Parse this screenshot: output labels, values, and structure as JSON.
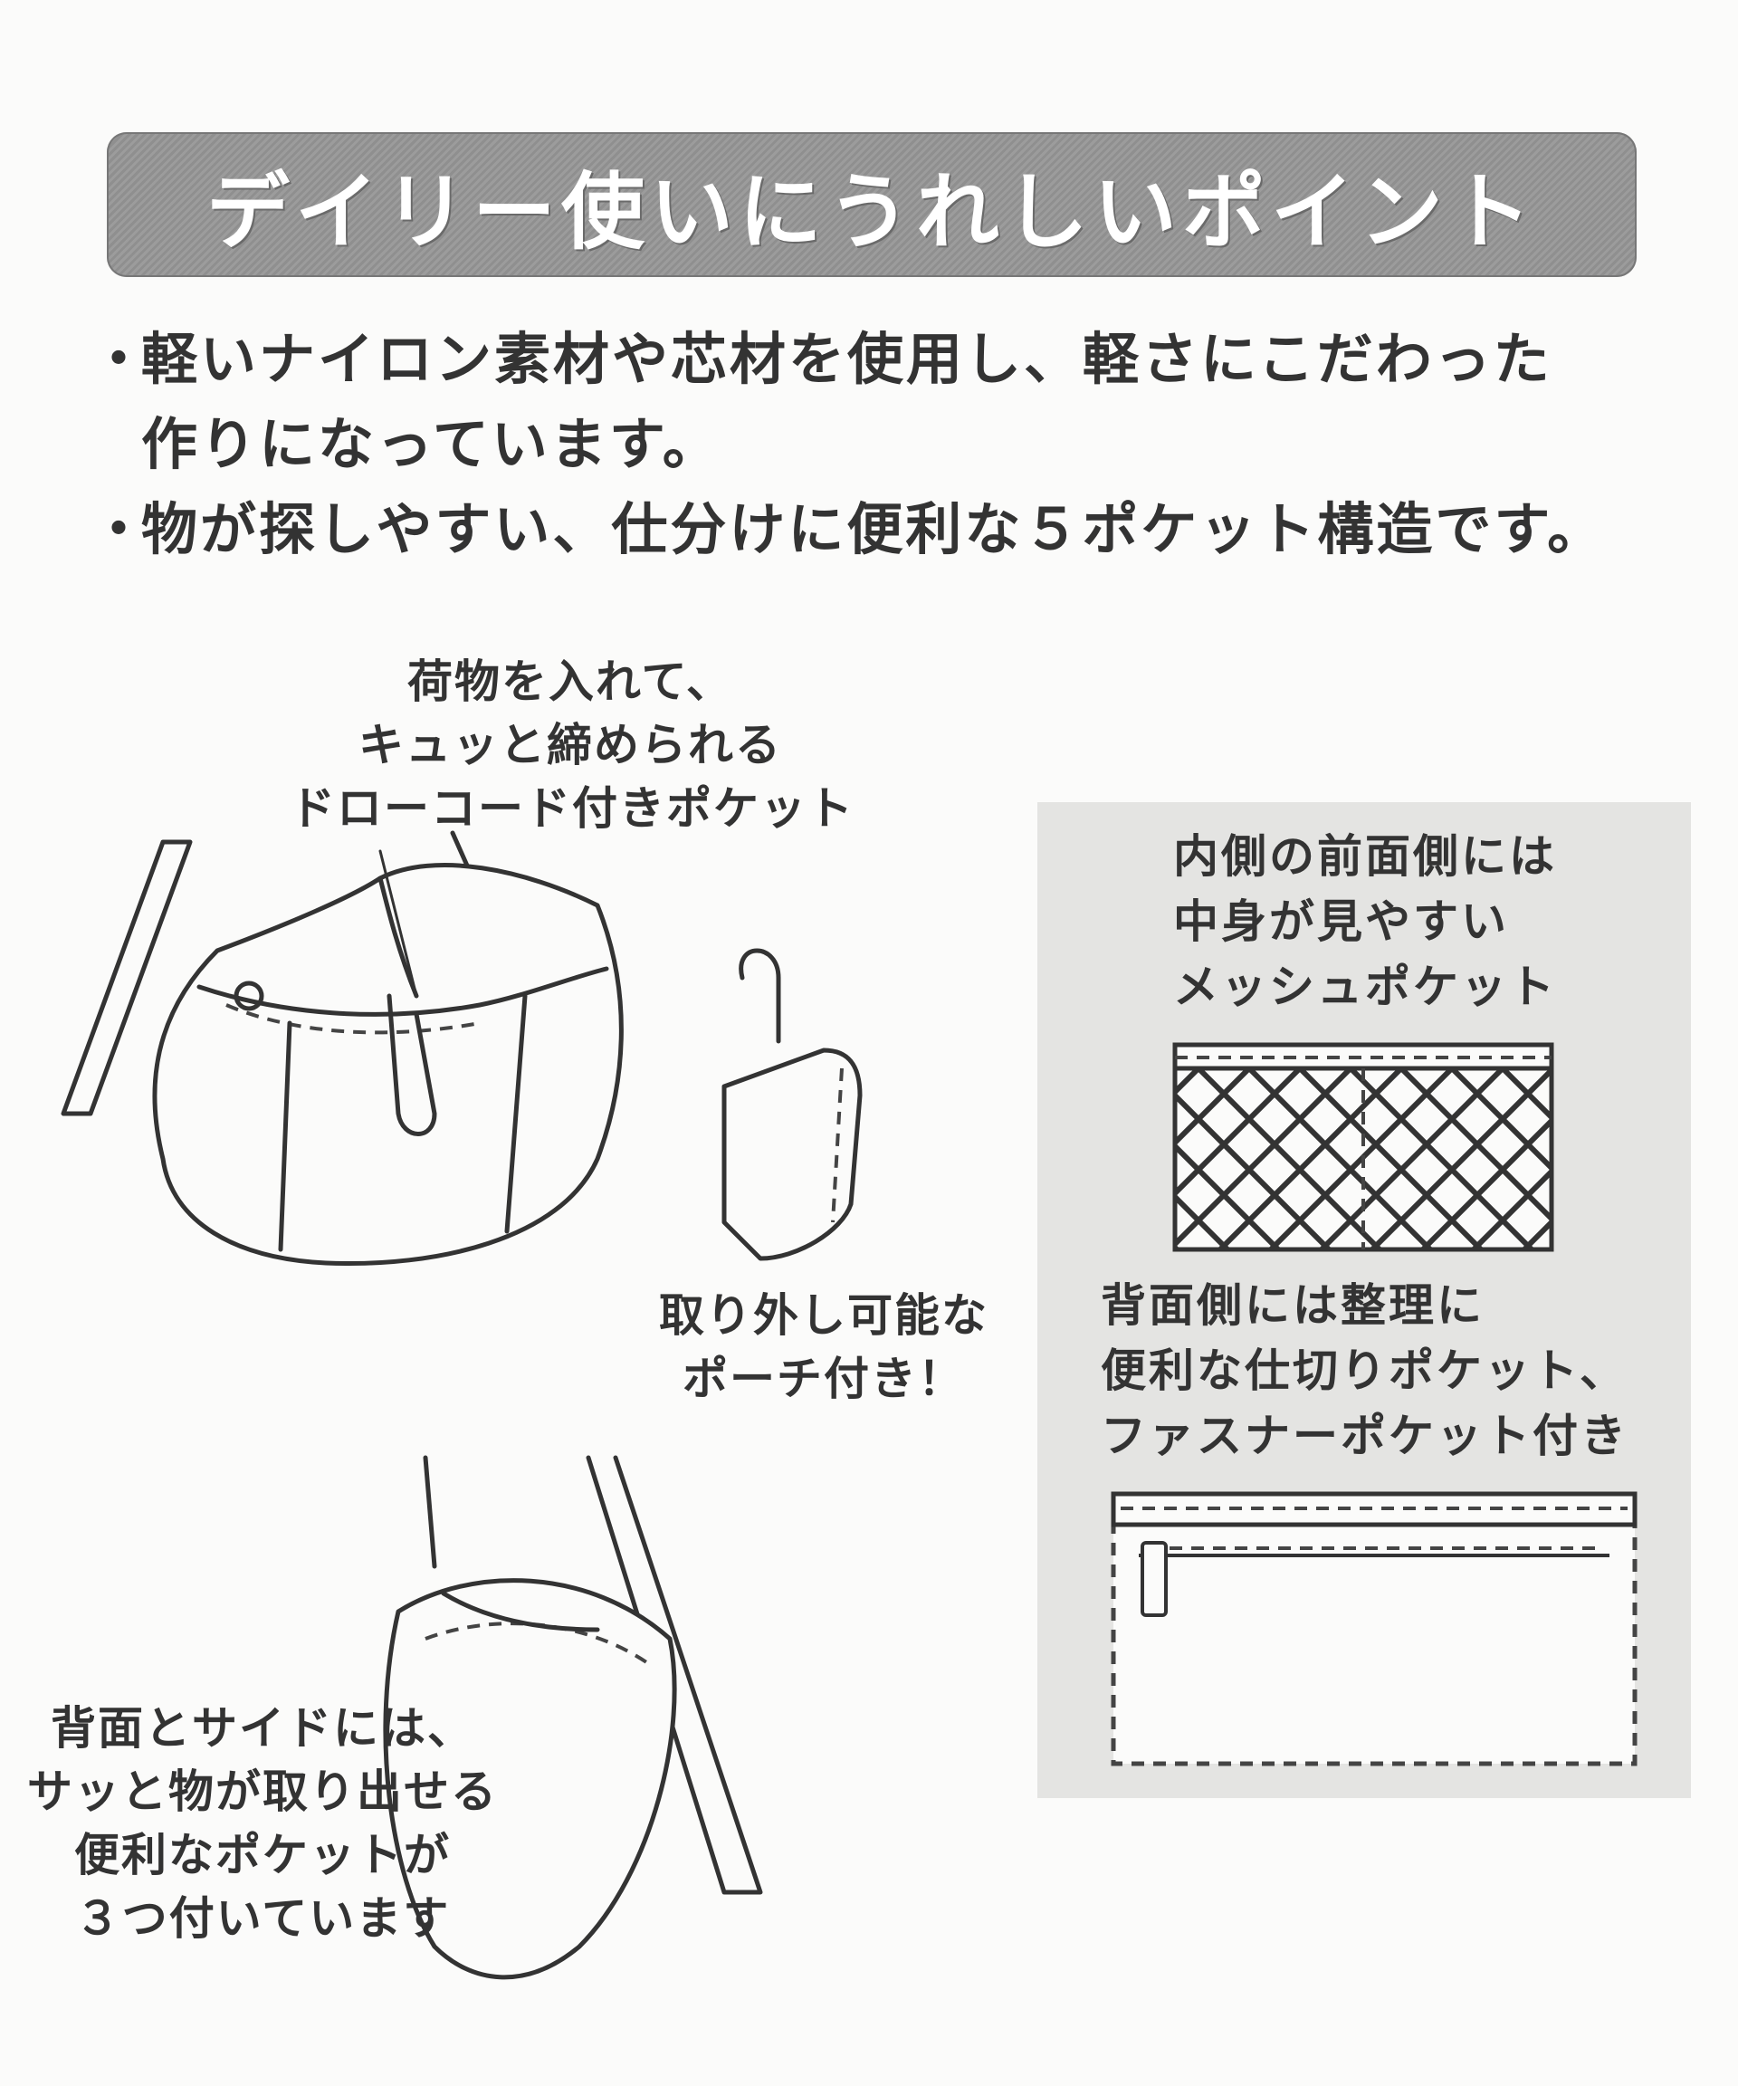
{
  "title": "デイリー使いにうれしいポイント",
  "bullets": [
    {
      "line1": "軽いナイロン素材や芯材を使用し、軽さにこだわった",
      "line2": "作りになっています。"
    },
    {
      "line1": "物が探しやすい、仕分けに便利な５ポケット構造です。"
    }
  ],
  "bullet_marker": "・",
  "callouts": {
    "drawcord": [
      "荷物を入れて、",
      "キュッと締められる",
      "ドローコード付きポケット"
    ],
    "pouch": [
      "取り外し可能な",
      "ポーチ付き！"
    ],
    "back_side": [
      "背面とサイドには、",
      "サッと物が取り出せる",
      "便利なポケットが",
      "３つ付いています"
    ]
  },
  "panel": {
    "mesh": [
      "内側の前面側には",
      "中身が見やすい",
      "メッシュポケット"
    ],
    "divider": [
      "背面側には整理に",
      "便利な仕切りポケット、",
      "ファスナーポケット付き"
    ]
  }
}
